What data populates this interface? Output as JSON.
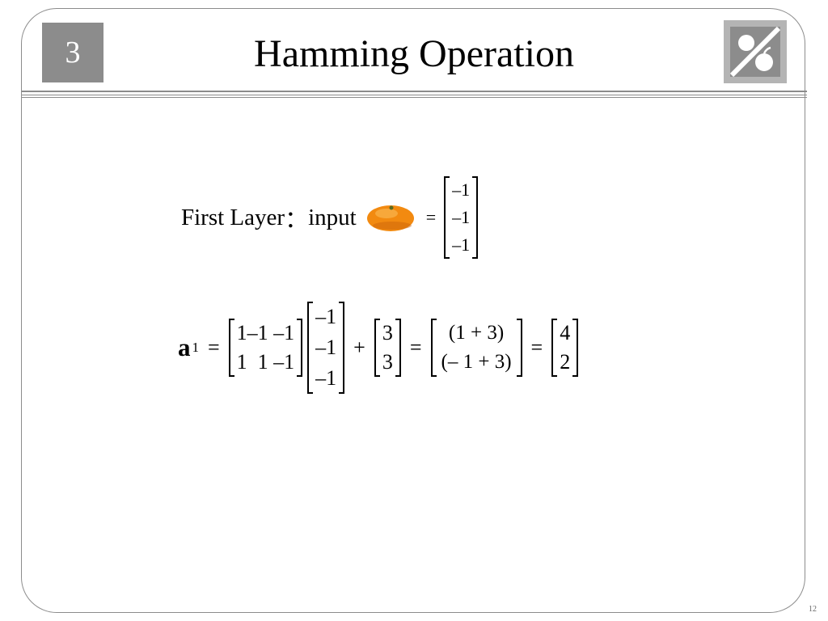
{
  "slide": {
    "chapter_number": "3",
    "title": "Hamming Operation",
    "page_number": "12"
  },
  "icons": {
    "logo": "fruit-logo-icon",
    "input_image": "orange-fruit-icon"
  },
  "colors": {
    "gray": "#8c8c8c",
    "logo_bg": "#b4b4b4",
    "orange": "#f28a10"
  },
  "first_layer": {
    "label": "First Layer",
    "colon": "：",
    "input_word": "input",
    "equals": "=",
    "vector": [
      "–1",
      "–1",
      "–1"
    ]
  },
  "equation": {
    "a_symbol": "a",
    "a_sup": "1",
    "eq": "=",
    "plus": "+",
    "weight_rows": [
      "1–1 –1",
      "1  1 –1"
    ],
    "input_vector": [
      "–1",
      "–1",
      "–1"
    ],
    "bias": [
      "3",
      "3"
    ],
    "sum_rows": [
      "(1 + 3)",
      "(– 1 + 3)"
    ],
    "result": [
      "4",
      "2"
    ]
  }
}
